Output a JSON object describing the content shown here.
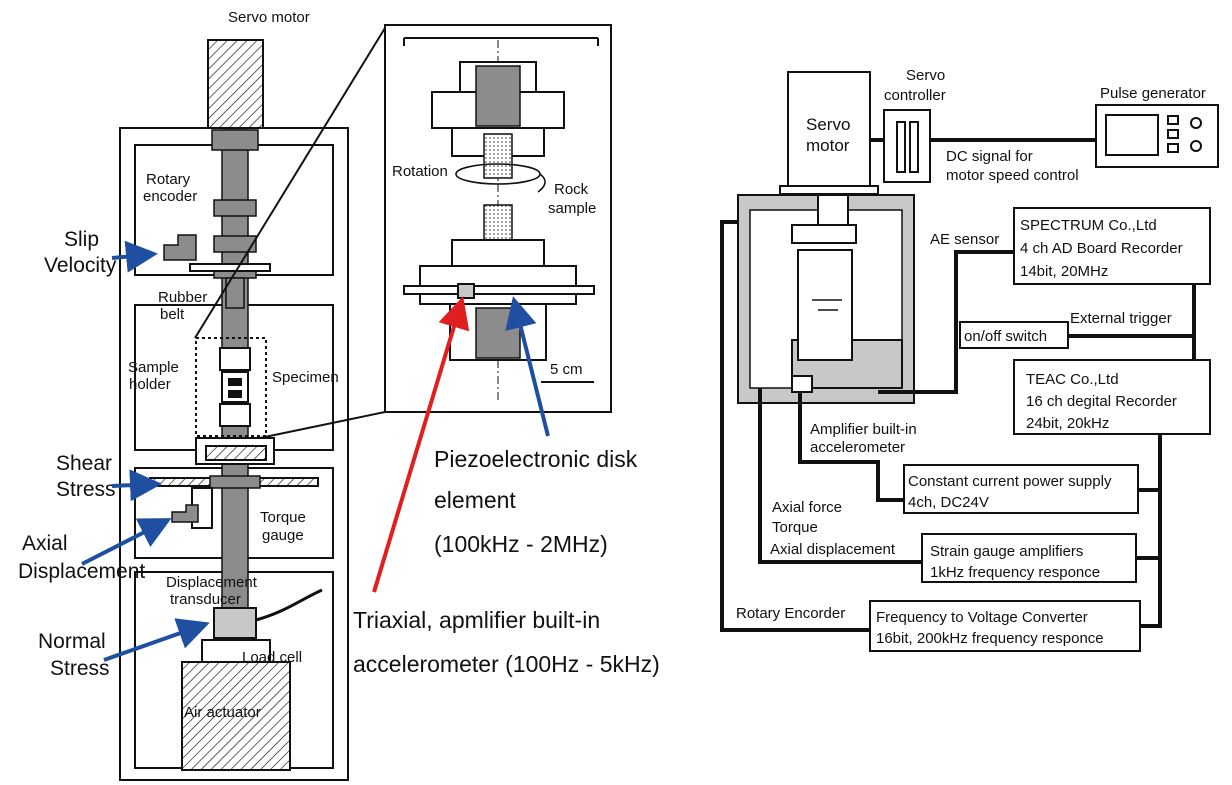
{
  "left_diagram": {
    "servo_motor": "Servo motor",
    "rotary_encoder_1": "Rotary",
    "rotary_encoder_2": "encoder",
    "slip_velocity_1": "Slip",
    "slip_velocity_2": "Velocity",
    "rubber_belt_1": "Rubber",
    "rubber_belt_2": "belt",
    "sample_holder_1": "Sample",
    "sample_holder_2": "holder",
    "specimen": "Specimen",
    "shear_stress_1": "Shear",
    "shear_stress_2": "Stress",
    "torque_gauge_1": "Torque",
    "torque_gauge_2": "gauge",
    "axial_displacement_1": "Axial",
    "axial_displacement_2": "Displacement",
    "displacement_transducer_1": "Displacement",
    "displacement_transducer_2": "transducer",
    "normal_stress_1": "Normal",
    "normal_stress_2": "Stress",
    "load_cell": "Load cell",
    "air_actuator": "Air actuator"
  },
  "inset": {
    "rotation": "Rotation",
    "rock_sample_1": "Rock",
    "rock_sample_2": "sample",
    "scale": "5 cm",
    "piezo_1": "Piezoelectronic disk",
    "piezo_2": "element",
    "piezo_3": "(100kHz - 2MHz)",
    "triaxial_1": "Triaxial, apmlifier built-in",
    "triaxial_2": "accelerometer (100Hz - 5kHz)"
  },
  "right_diagram": {
    "servo_motor_1": "Servo",
    "servo_motor_2": "motor",
    "servo_controller_1": "Servo",
    "servo_controller_2": "controller",
    "pulse_generator": "Pulse generator",
    "dc_signal_1": "DC signal for",
    "dc_signal_2": "motor speed control",
    "ae_sensor": "AE sensor",
    "spectrum_1": "SPECTRUM Co.,Ltd",
    "spectrum_2": "4 ch AD Board Recorder",
    "spectrum_3": "14bit, 20MHz",
    "onoff_switch": "on/off switch",
    "external_trigger": "External trigger",
    "teac_1": "TEAC Co.,Ltd",
    "teac_2": "16 ch degital Recorder",
    "teac_3": "24bit, 20kHz",
    "amplifier_1": "Amplifier built-in",
    "amplifier_2": "accelerometer",
    "power_1": "Constant current power supply",
    "power_2": "4ch, DC24V",
    "axial_force": "Axial force",
    "torque": "Torque",
    "axial_displacement": "Axial displacement",
    "strain_1": "Strain gauge amplifiers",
    "strain_2": "1kHz frequency responce",
    "rotary_encorder": "Rotary Encorder",
    "fvc_1": "Frequency to Voltage Converter",
    "fvc_2": "16bit, 200kHz frequency responce"
  },
  "colors": {
    "arrow_blue": "#1f4fa0",
    "arrow_red": "#e02020",
    "frame_gray": "#c8c8c8"
  }
}
